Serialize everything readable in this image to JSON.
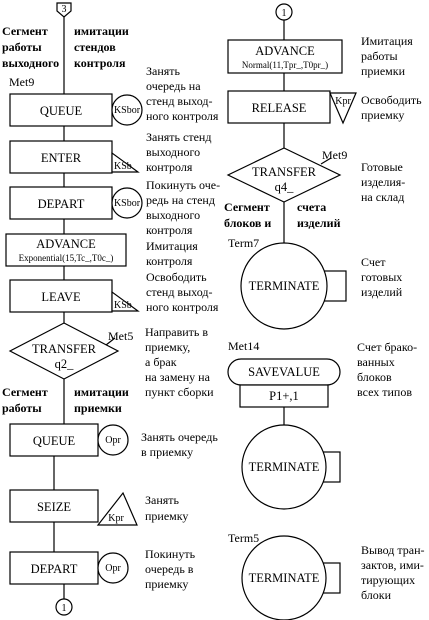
{
  "connectors": {
    "top_left": "3",
    "top_right": "1",
    "bottom_left": "1"
  },
  "left": {
    "segment1": [
      "Сегмент",
      "работы",
      "выходного"
    ],
    "segment1b": [
      "имитации",
      "стендов",
      "контроля"
    ],
    "met9": "Met9",
    "queue1": "QUEUE",
    "queue1_tag": "KSbor",
    "queue1_note": [
      "Занять",
      "очередь на",
      "стенд выход-",
      "ного контроля"
    ],
    "enter": "ENTER",
    "enter_tag": "KSb",
    "enter_note": [
      "Занять стенд",
      "выходного",
      "контроля"
    ],
    "depart1": "DEPART",
    "depart1_tag": "KSbor",
    "depart1_note": [
      "Покинуть оче-",
      "редь на стенд",
      "выходного",
      "контроля"
    ],
    "advance1": "ADVANCE",
    "advance1_args": "Exponential(15,Tc_,T0c_)",
    "advance1_note": [
      "Имитация",
      "контроля"
    ],
    "leave": "LEAVE",
    "leave_tag": "KSb",
    "leave_note": [
      "Освободить",
      "стенд выход-",
      "ного контроля"
    ],
    "met5": "Met5",
    "transfer1": "TRANSFER",
    "transfer1_arg": "q2_",
    "transfer1_note": [
      "Направить в",
      "приемку,",
      "а брак",
      "на замену на",
      "пункт сборки"
    ],
    "segment2": [
      "Сегмент",
      "работы"
    ],
    "segment2b": [
      "имитации",
      "приемки"
    ],
    "queue2": "QUEUE",
    "queue2_tag": "Opr",
    "queue2_note": [
      "Занять очередь",
      "в приемку"
    ],
    "seize": "SEIZE",
    "seize_tag": "Kpr",
    "seize_note": [
      "Занять",
      "приемку"
    ],
    "depart2": "DEPART",
    "depart2_tag": "Opr",
    "depart2_note": [
      "Покинуть",
      "очередь в",
      "приемку"
    ]
  },
  "right": {
    "advance2": "ADVANCE",
    "advance2_args": "Normal(11,Tpr_,T0pr_)",
    "advance2_note": [
      "Имитация",
      "работы",
      "приемки"
    ],
    "release": "RELEASE",
    "release_tag": "Kpr",
    "release_note": [
      "Освободить",
      "приемку"
    ],
    "met9": "Met9",
    "transfer2": "TRANSFER",
    "transfer2_arg": "q4_",
    "transfer2_note": [
      "Готовые",
      "изделия-",
      "на склад"
    ],
    "segment3": [
      "Сегмент",
      "блоков и"
    ],
    "segment3b": [
      "счета",
      "изделий"
    ],
    "term7": "Term7",
    "terminate1": "TERMINATE",
    "terminate1_note": [
      "Счет",
      "готовых",
      "изделий"
    ],
    "met14": "Met14",
    "savevalue": "SAVEVALUE",
    "savevalue_arg": "P1+,1",
    "savevalue_note": [
      "Счет брако-",
      "ванных",
      "блоков",
      "всех типов"
    ],
    "terminate2": "TERMINATE",
    "term5": "Term5",
    "terminate3": "TERMINATE",
    "terminate3_note": [
      "Вывод тран-",
      "зактов, ими-",
      "тирующих",
      "блоки"
    ]
  }
}
